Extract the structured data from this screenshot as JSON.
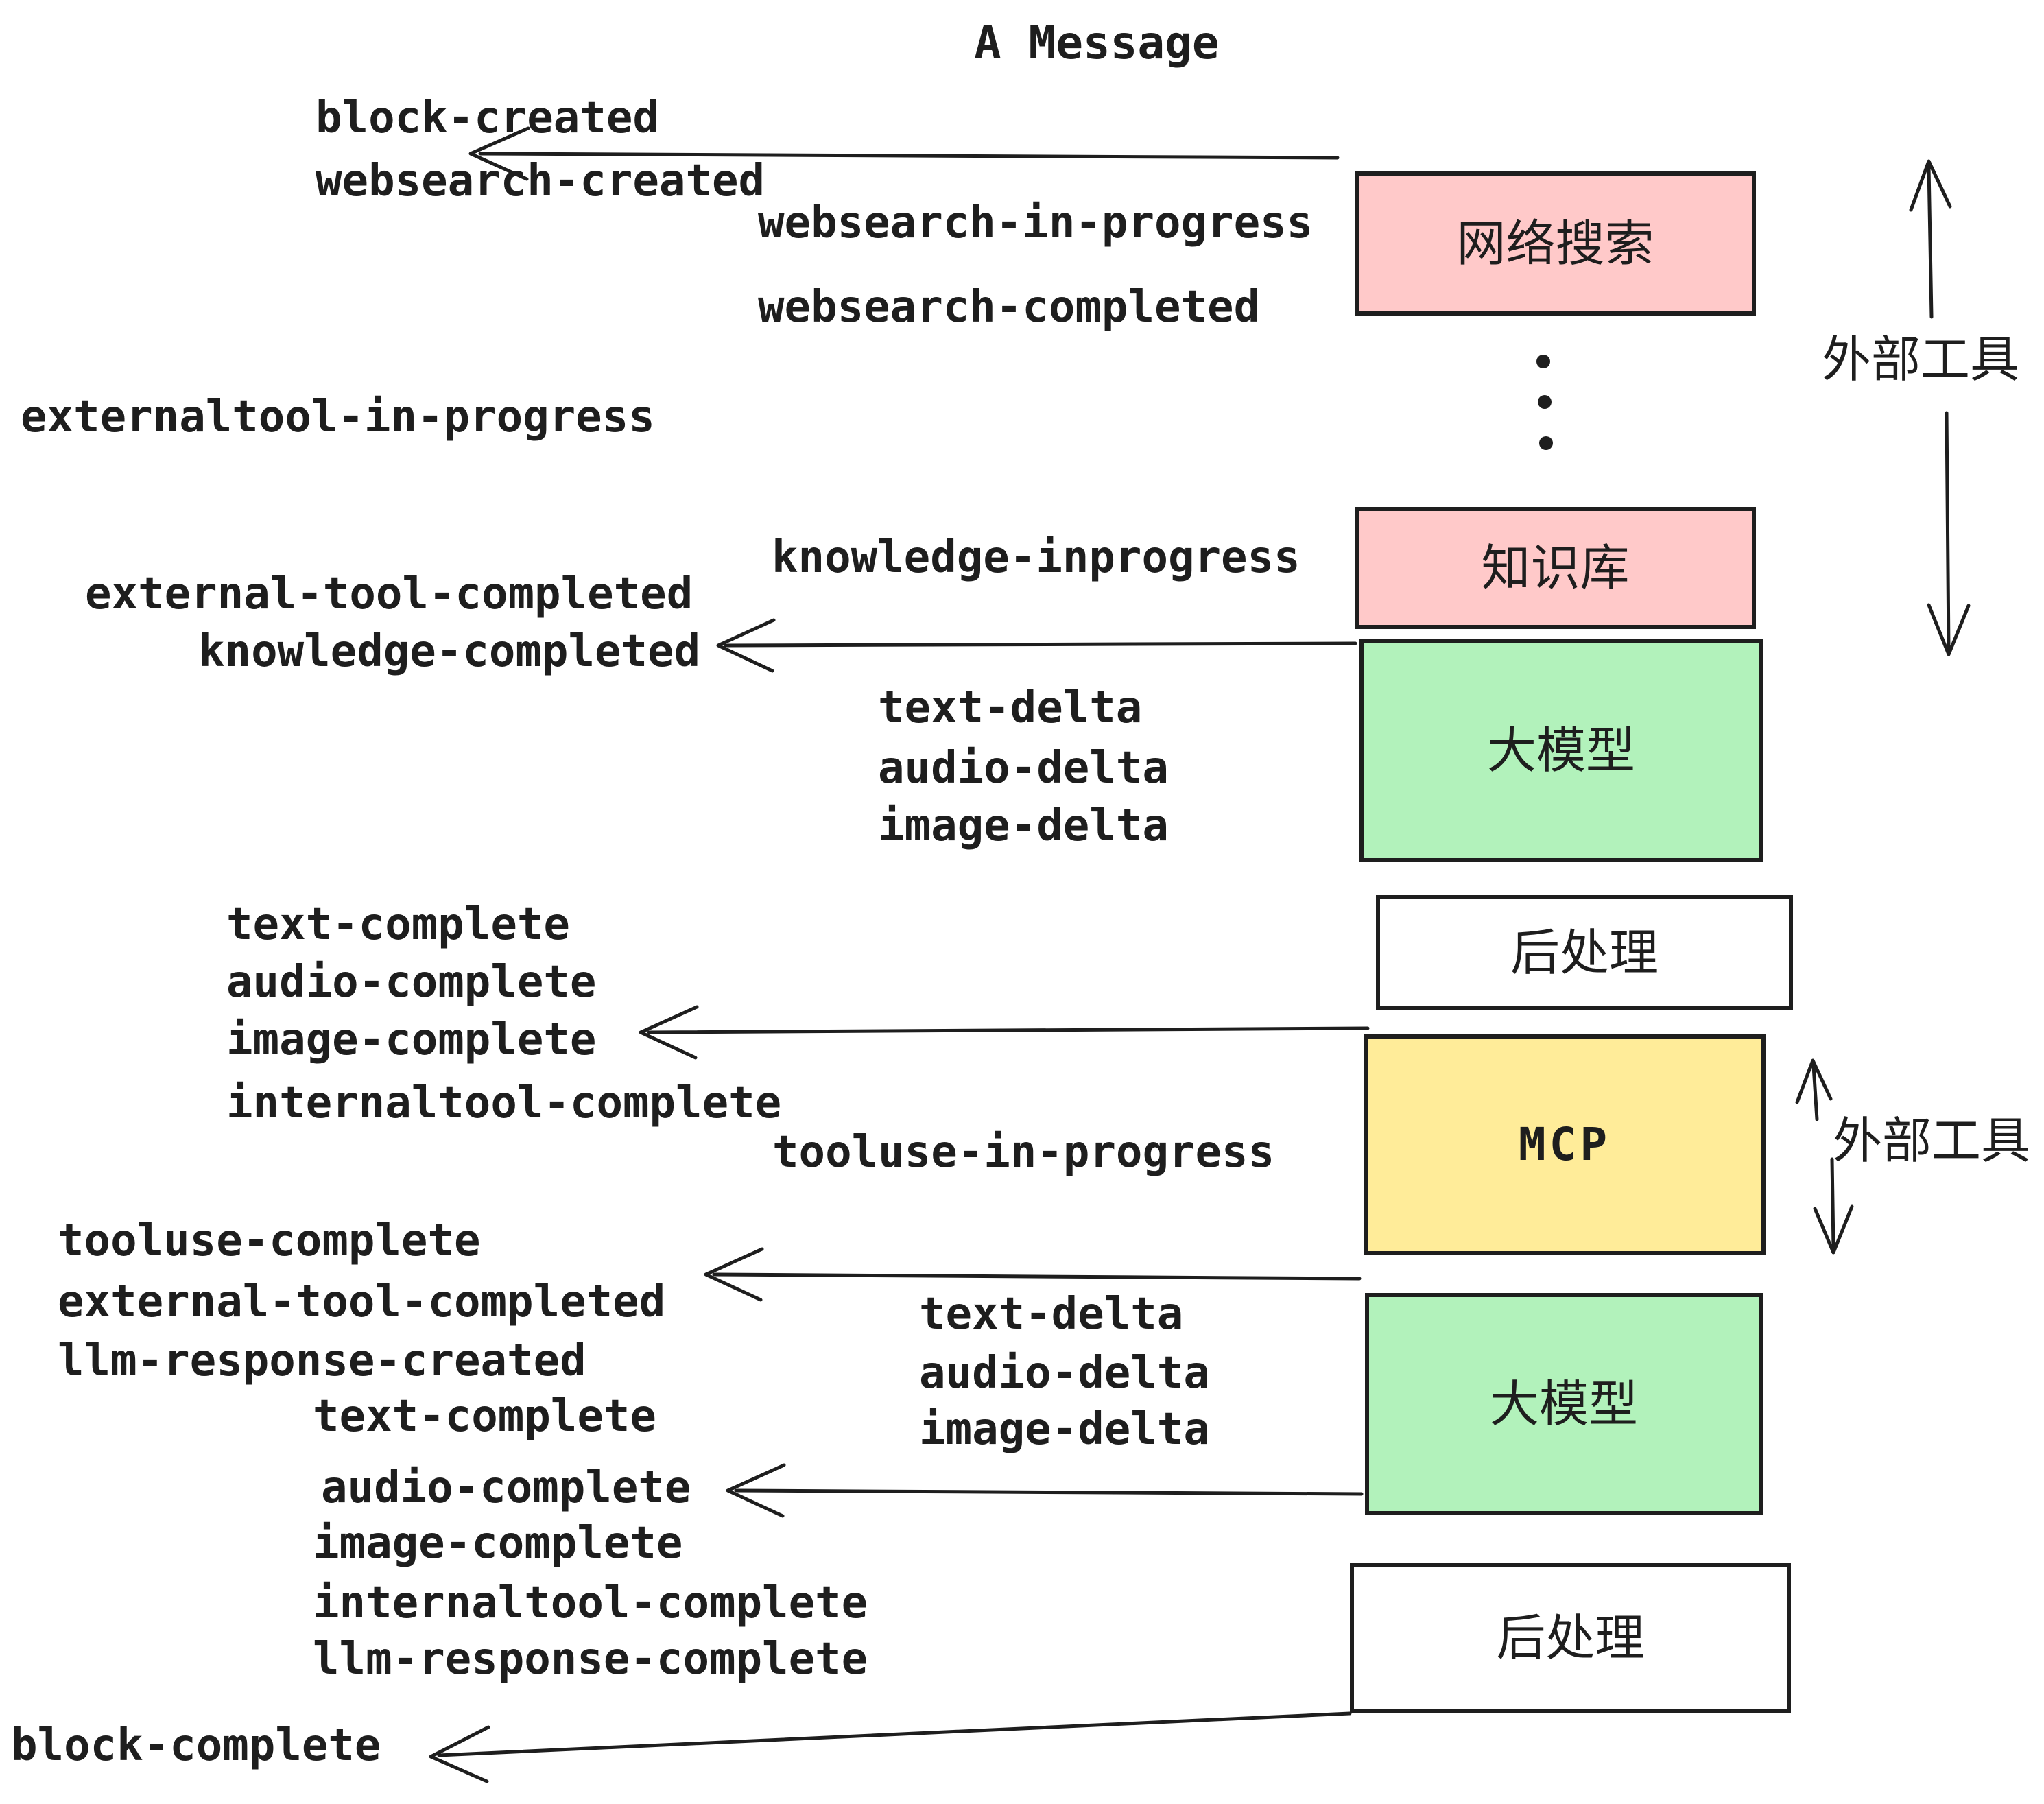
{
  "title": "A Message",
  "events": {
    "block_created": "block-created",
    "websearch_created": "websearch-created",
    "websearch_in_progress": "websearch-in-progress",
    "websearch_completed": "websearch-completed",
    "externaltool_in_progress": "externaltool-in-progress",
    "knowledge_inprogress": "knowledge-inprogress",
    "external_tool_completed": "external-tool-completed",
    "knowledge_completed": "knowledge-completed",
    "text_delta": "text-delta",
    "audio_delta": "audio-delta",
    "image_delta": "image-delta",
    "text_complete": "text-complete",
    "audio_complete": "audio-complete",
    "image_complete": "image-complete",
    "internaltool_complete": "internaltool-complete",
    "tooluse_in_progress": "tooluse-in-progress",
    "tooluse_complete": "tooluse-complete",
    "llm_response_created": "llm-response-created",
    "llm_response_complete": "llm-response-complete",
    "block_complete": "block-complete"
  },
  "boxes": {
    "websearch": {
      "label": "网络搜索"
    },
    "knowledge": {
      "label": "知识库"
    },
    "llm_top": {
      "label": "大模型"
    },
    "post_top": {
      "label": "后处理"
    },
    "mcp": {
      "label": "MCP"
    },
    "llm_bottom": {
      "label": "大模型"
    },
    "post_bottom": {
      "label": "后处理"
    }
  },
  "side_labels": {
    "external_tools_top": "外部工具",
    "external_tools_mcp": "外部工具"
  },
  "colors": {
    "pink_fill": "#FFC9C9",
    "green_fill": "#B2F2BB",
    "yellow_fill": "#FFEC99",
    "white_fill": "#FFFFFF",
    "stroke": "#1E1E1E"
  }
}
